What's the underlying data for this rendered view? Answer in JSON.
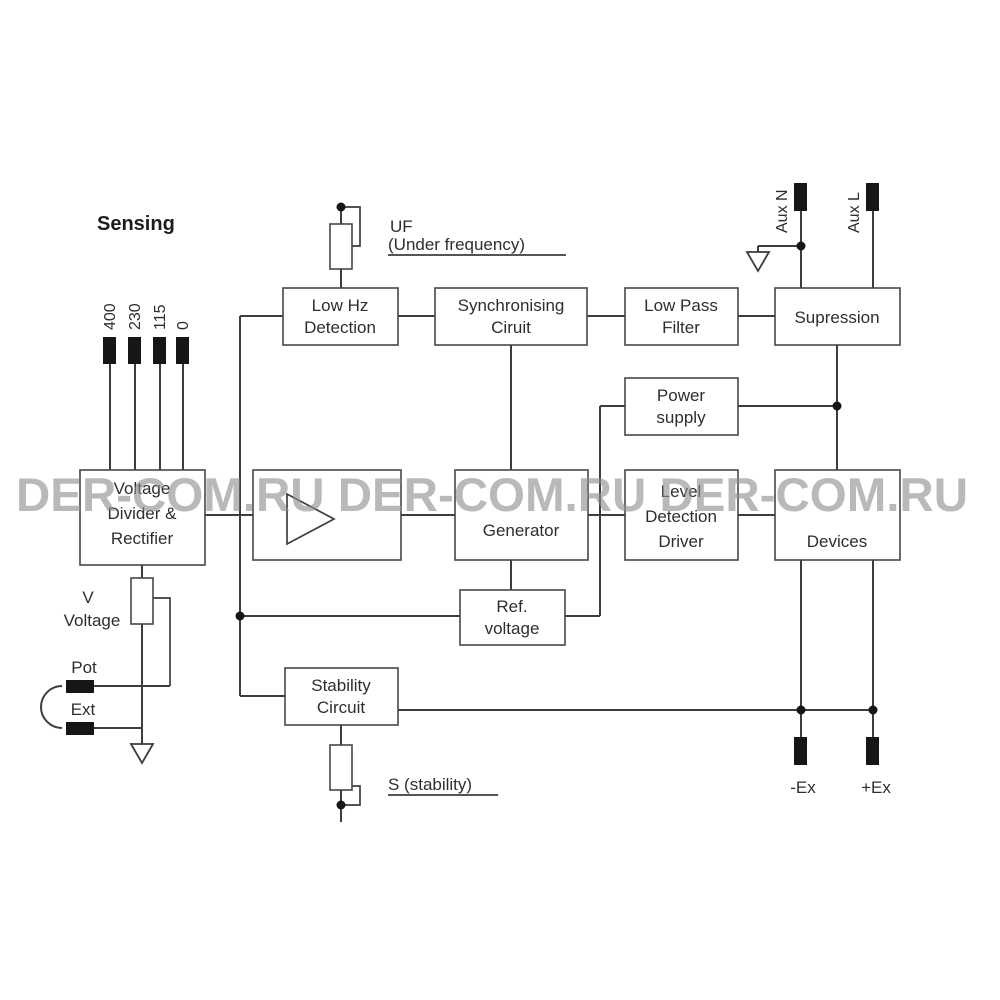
{
  "watermark": "DER-COM.RU DER-COM.RU DER-COM.RU",
  "title": "Sensing",
  "sensing_pins": [
    "400",
    "230",
    "115",
    "0"
  ],
  "boxes": {
    "low_hz": {
      "line1": "Low Hz",
      "line2": "Detection"
    },
    "sync": {
      "line1": "Synchronising",
      "line2": "Ciruit"
    },
    "low_pass": {
      "line1": "Low Pass",
      "line2": "Filter"
    },
    "supression": {
      "line1": "Supression"
    },
    "power": {
      "line1": "Power",
      "line2": "supply"
    },
    "divider": {
      "line1": "Voltage",
      "line2": "Divider &",
      "line3": "Rectifier"
    },
    "generator": {
      "line1": "Generator"
    },
    "level": {
      "line1": "Level",
      "line2": "Detection",
      "line3": "Driver"
    },
    "devices": {
      "line1": "Devices"
    },
    "ref": {
      "line1": "Ref.",
      "line2": "voltage"
    },
    "stability": {
      "line1": "Stability",
      "line2": "Circuit"
    }
  },
  "labels": {
    "uf": "UF",
    "under_frequency": "(Under frequency)",
    "aux_n": "Aux N",
    "aux_l": "Aux L",
    "v": "V",
    "voltage": "Voltage",
    "pot": "Pot",
    "ext": "Ext",
    "s_stability": "S (stability)",
    "neg_ex": "-Ex",
    "pos_ex": "+Ex"
  },
  "colors": {
    "line": "#3d3d3d",
    "box_stroke": "#474747",
    "text": "#2e2e2e",
    "pin": "#161616",
    "watermark": "#8f8f8f"
  }
}
